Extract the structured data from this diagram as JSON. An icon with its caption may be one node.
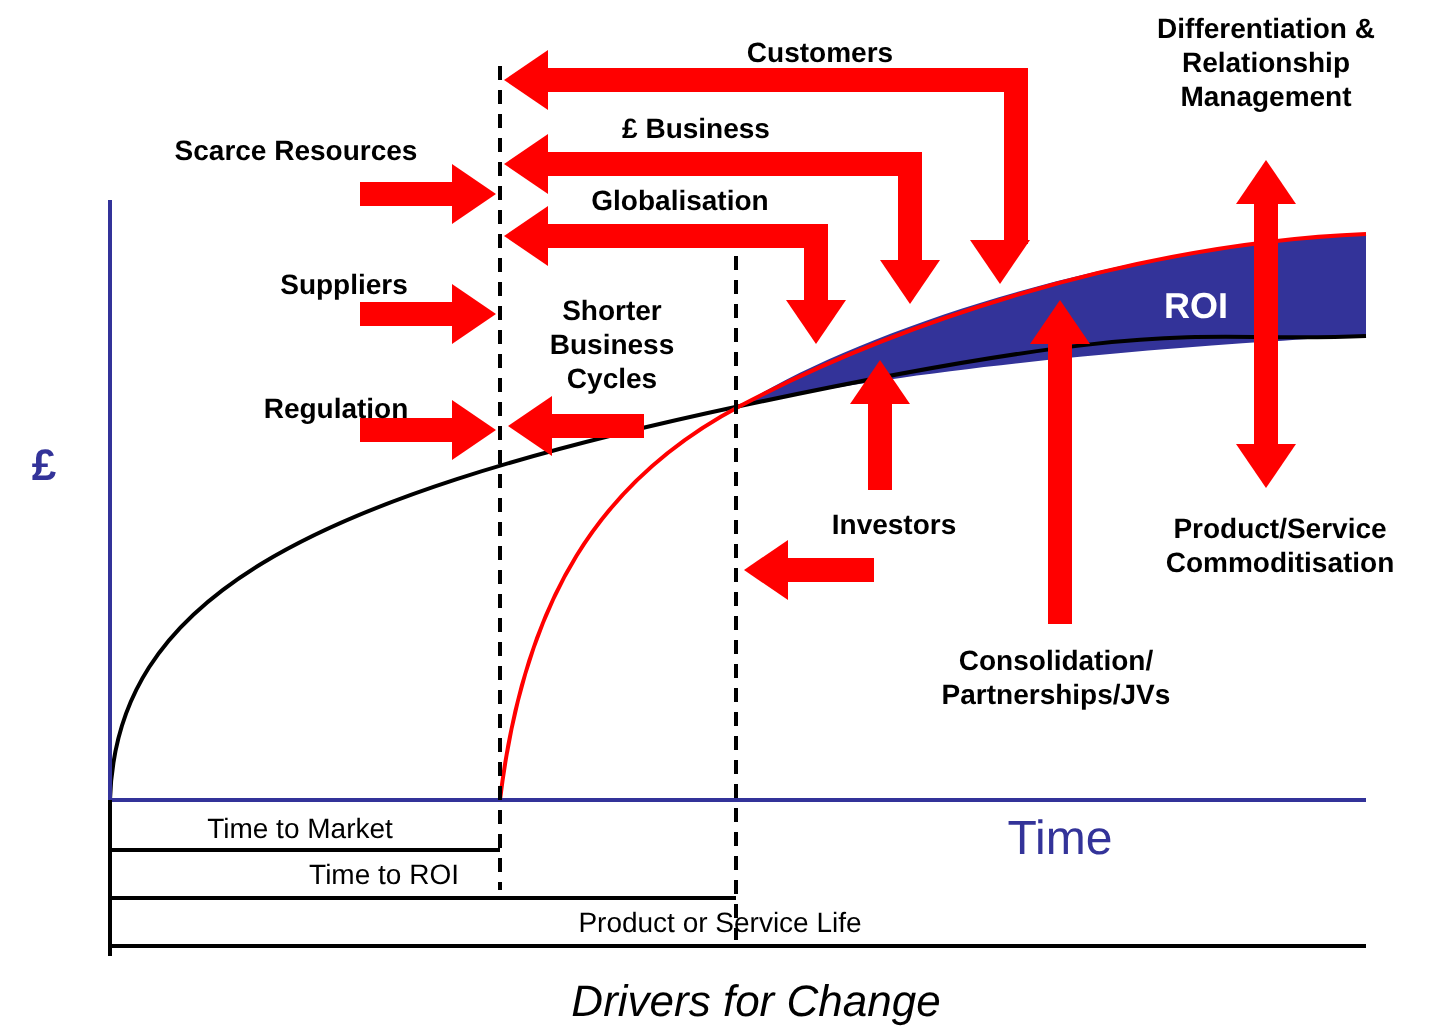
{
  "diagram": {
    "caption": "Drivers for Change",
    "labels": [
      "Customers",
      "Differentiation & Relationship Management",
      "£ Business",
      "Scarce Resources",
      "Globalisation",
      "ROI",
      "Suppliers",
      "Shorter Business Cycles",
      "Regulation",
      "£",
      "Investors",
      "Product/Service Commoditisation",
      "Consolidation/ Partnerships/JVs",
      "Time to Market",
      "Time",
      "Time to ROI",
      "Product or Service Life"
    ]
  }
}
